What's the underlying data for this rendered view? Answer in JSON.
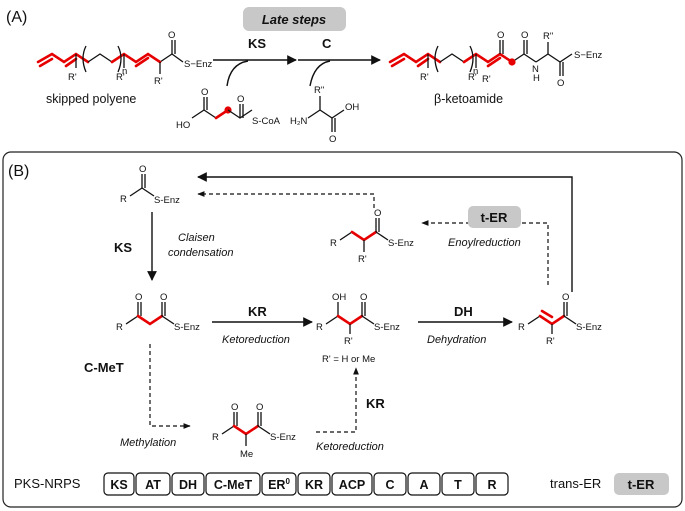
{
  "panel_a": {
    "label": "(A)",
    "late_steps": "Late steps",
    "ks": "KS",
    "c": "C",
    "start_name": "skipped polyene",
    "product_name": "β-ketoamide",
    "s_enz": "S−Enz",
    "s_coa": "S-CoA",
    "ho": "HO",
    "oh": "OH",
    "h2n": "H₂N",
    "r_prime": "R'",
    "r_dprime": "R\"",
    "n": "n",
    "o": "O",
    "h": "H",
    "nh": "N"
  },
  "panel_b": {
    "label": "(B)",
    "s_enz": "S-Enz",
    "r": "R",
    "o": "O",
    "oh": "OH",
    "r_prime": "R'",
    "me": "Me",
    "ks": "KS",
    "claisen_1": "Claisen",
    "claisen_2": "condensation",
    "kr": "KR",
    "ketoreduction": "Ketoreduction",
    "r_prime_note": "R' = H or Me",
    "dh": "DH",
    "dehydration": "Dehydration",
    "cmet": "C-MeT",
    "methylation": "Methylation",
    "kr2": "KR",
    "ketoreduction2": "Ketoreduction",
    "ter": "t-ER",
    "enoylreduction": "Enoylreduction"
  },
  "domains": {
    "pks_nrps_label": "PKS-NRPS",
    "items": [
      "KS",
      "AT",
      "DH",
      "C-MeT",
      "ER",
      "KR",
      "ACP",
      "C",
      "A",
      "T",
      "R"
    ],
    "er_superscript": "0",
    "trans_er_label": "trans-ER",
    "trans_er_box": "t-ER"
  },
  "colors": {
    "highlight_red": "#e60000",
    "pill_grey": "#c8c8c8"
  }
}
